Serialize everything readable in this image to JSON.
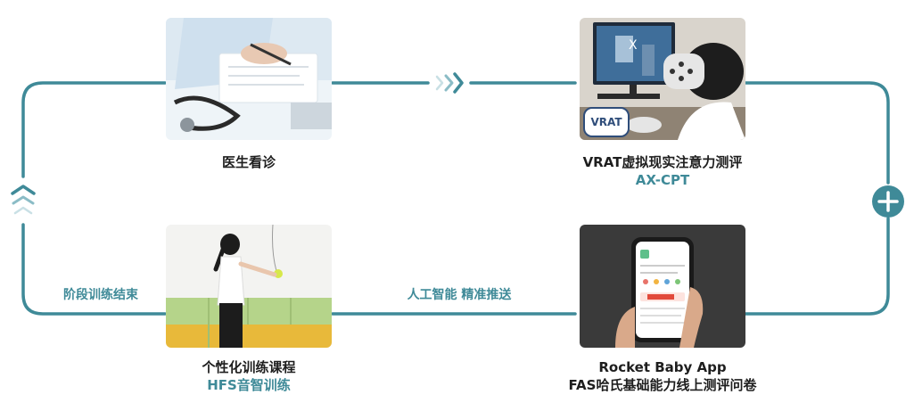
{
  "colors": {
    "accent": "#3f8a98",
    "text": "#1e1e1e",
    "card_dark": "#3a3a3a"
  },
  "steps": [
    {
      "title": "医生看诊",
      "subtitle": ""
    },
    {
      "title": "VRAT虚拟现实注意力测评",
      "subtitle": "AX-CPT"
    },
    {
      "title": "个性化训练课程",
      "subtitle": "HFS音智训练"
    },
    {
      "title": "Rocket Baby App",
      "subtitle": "FAS哈氏基础能力线上测评问卷"
    }
  ],
  "edges": {
    "left": "阶段训练结束",
    "bottom": "人工智能 精准推送"
  },
  "badge": {
    "logo_text": "VRAT"
  },
  "icons": {
    "top_connector": "chevron-right-icon",
    "right_connector": "plus-circle-icon",
    "left_connector": "chevron-up-icon"
  }
}
